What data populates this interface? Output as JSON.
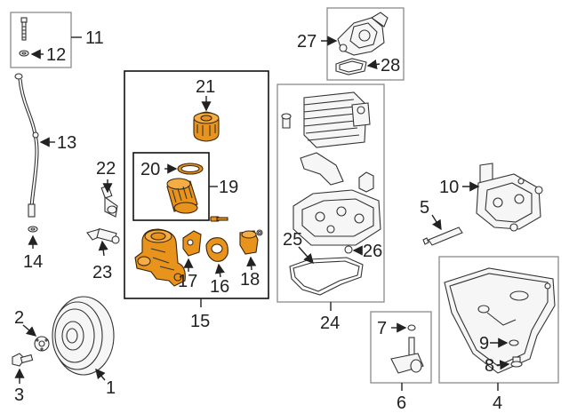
{
  "diagram": {
    "callouts": [
      {
        "id": "c1",
        "text": "1"
      },
      {
        "id": "c2",
        "text": "2"
      },
      {
        "id": "c3",
        "text": "3"
      },
      {
        "id": "c4",
        "text": "4"
      },
      {
        "id": "c5",
        "text": "5"
      },
      {
        "id": "c6",
        "text": "6"
      },
      {
        "id": "c7",
        "text": "7"
      },
      {
        "id": "c8",
        "text": "8"
      },
      {
        "id": "c9",
        "text": "9"
      },
      {
        "id": "c10",
        "text": "10"
      },
      {
        "id": "c11",
        "text": "11"
      },
      {
        "id": "c12",
        "text": "12"
      },
      {
        "id": "c13",
        "text": "13"
      },
      {
        "id": "c14",
        "text": "14"
      },
      {
        "id": "c15",
        "text": "15"
      },
      {
        "id": "c16",
        "text": "16"
      },
      {
        "id": "c17",
        "text": "17"
      },
      {
        "id": "c18",
        "text": "18"
      },
      {
        "id": "c19",
        "text": "19"
      },
      {
        "id": "c20",
        "text": "20"
      },
      {
        "id": "c21",
        "text": "21"
      },
      {
        "id": "c22",
        "text": "22"
      },
      {
        "id": "c23",
        "text": "23"
      },
      {
        "id": "c24",
        "text": "24"
      },
      {
        "id": "c25",
        "text": "25"
      },
      {
        "id": "c26",
        "text": "26"
      },
      {
        "id": "c27",
        "text": "27"
      },
      {
        "id": "c28",
        "text": "28"
      }
    ],
    "colors": {
      "highlight_part": "#e8931c",
      "line": "#222222",
      "box": "#8a8a8a",
      "background": "#ffffff"
    }
  }
}
